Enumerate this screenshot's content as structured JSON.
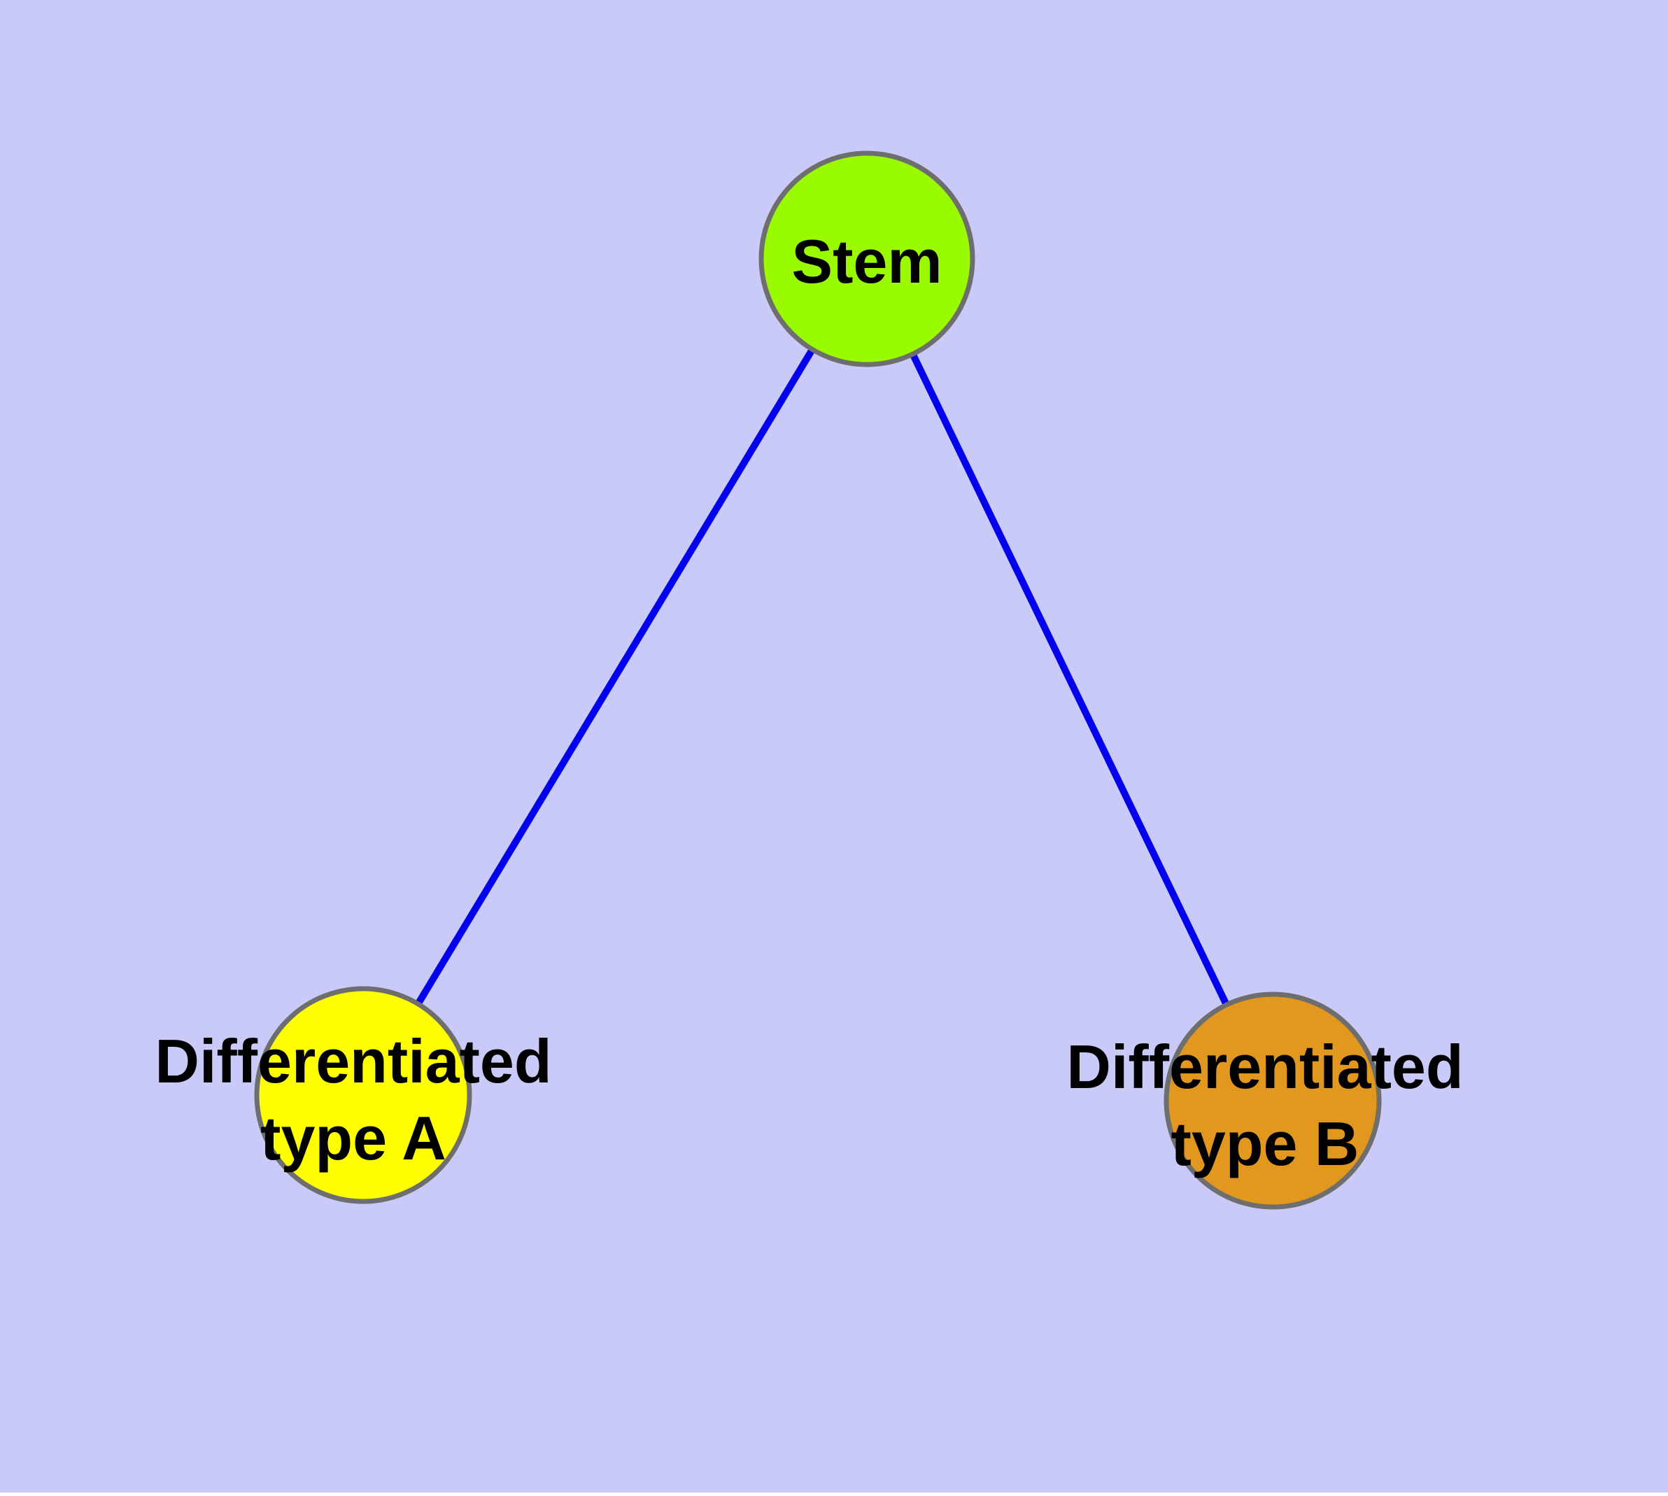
{
  "diagram": {
    "background_color": "#C9CAF8",
    "node_border_color": "#6E6E6E",
    "edge_style": {
      "color": "#0101EF"
    },
    "nodes": [
      {
        "id": "stem",
        "lines": [
          "Stem"
        ],
        "fill": "#9AFB00"
      },
      {
        "id": "differentiated-type-a",
        "lines": [
          "Differentiated",
          "type A"
        ],
        "fill": "#FFFF00"
      },
      {
        "id": "differentiated-type-b",
        "lines": [
          "Differentiated",
          "type B"
        ],
        "fill": "#E2981F"
      }
    ],
    "edges": [
      {
        "from": "stem",
        "to": "differentiated-type-a"
      },
      {
        "from": "stem",
        "to": "differentiated-type-b"
      }
    ]
  }
}
